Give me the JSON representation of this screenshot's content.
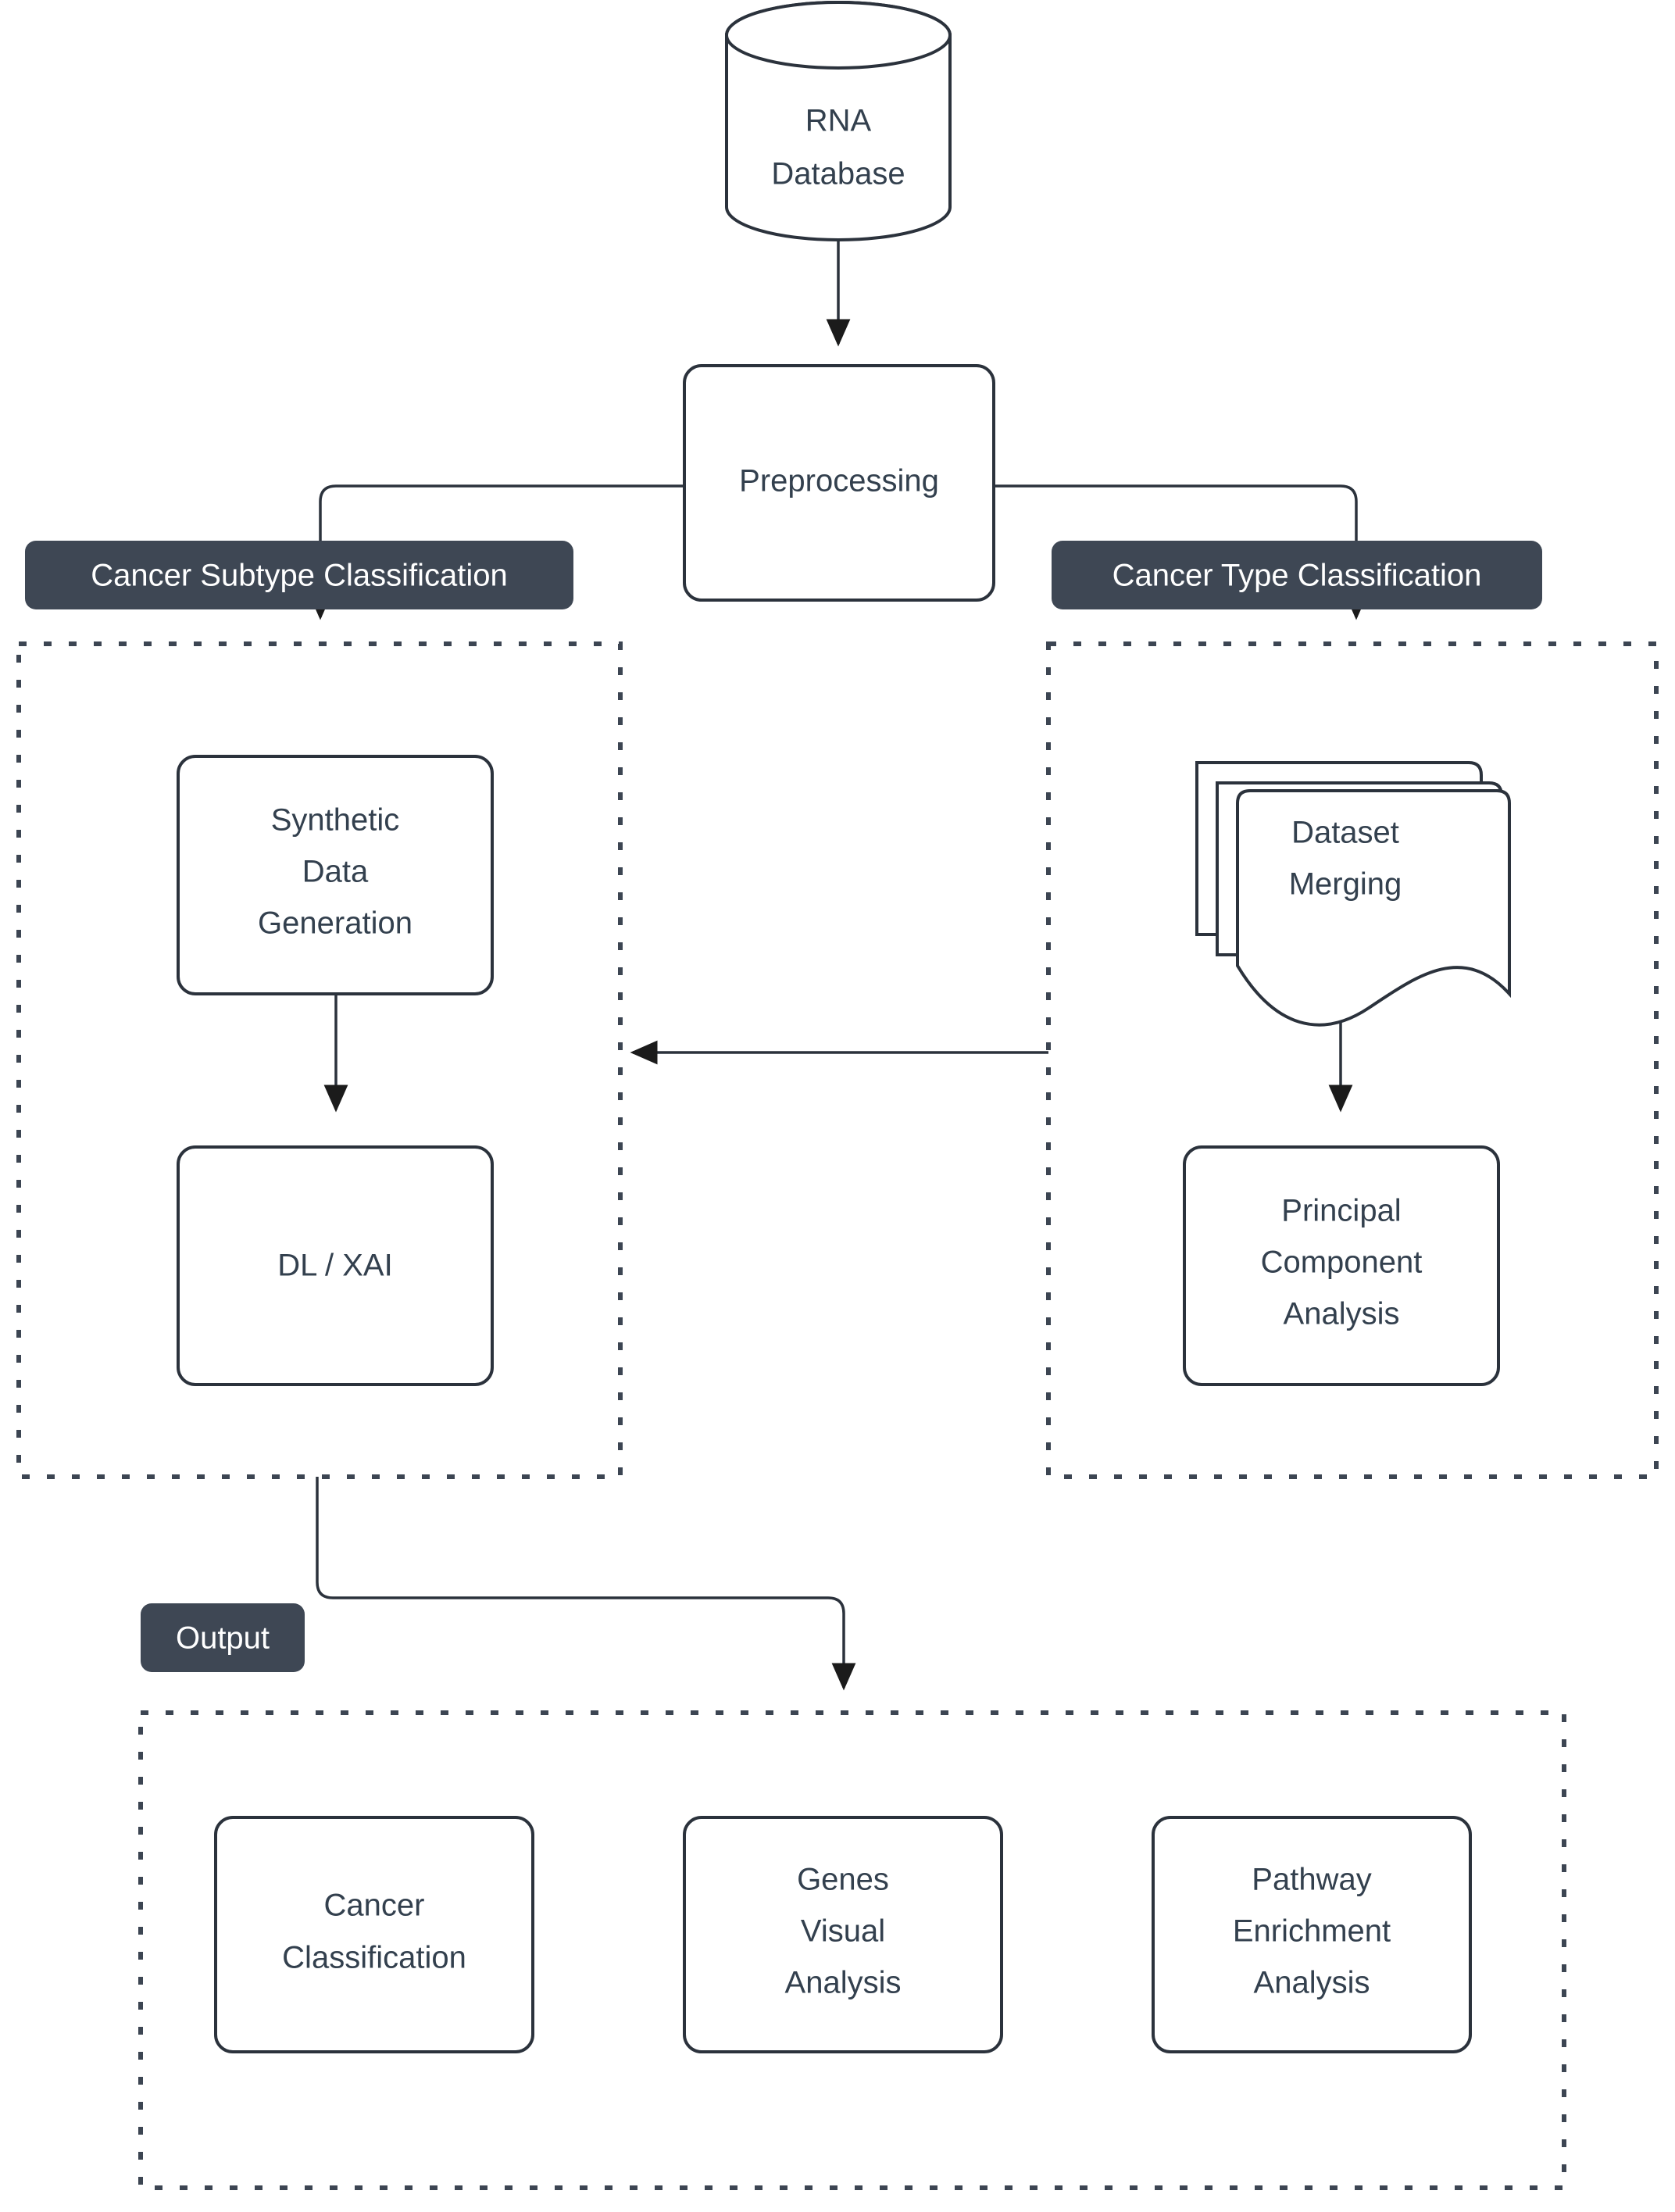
{
  "diagram": {
    "type": "flowchart",
    "title": "Cancer classification pipeline flowchart",
    "colors": {
      "node_stroke": "#2b323c",
      "node_fill": "#ffffff",
      "node_text": "#33404e",
      "cluster_stroke": "#3c4552",
      "cluster_tag_bg": "#3e4754",
      "cluster_tag_text": "#ffffff",
      "edge_stroke": "#2b323c",
      "background": "#ffffff"
    },
    "nodes": {
      "rna_database": {
        "label_line1": "RNA",
        "label_line2": "Database",
        "shape": "cylinder"
      },
      "preprocessing": {
        "label_line1": "Preprocessing",
        "shape": "rounded-rect"
      },
      "synthetic_data_generation": {
        "label_line1": "Synthetic",
        "label_line2": "Data",
        "label_line3": "Generation",
        "shape": "rounded-rect"
      },
      "dl_xai": {
        "label_line1": "DL / XAI",
        "shape": "rounded-rect"
      },
      "dataset_merging": {
        "label_line1": "Dataset",
        "label_line2": "Merging",
        "shape": "multi-document"
      },
      "principal_component_analysis": {
        "label_line1": "Principal",
        "label_line2": "Component",
        "label_line3": "Analysis",
        "shape": "rounded-rect"
      },
      "cancer_classification": {
        "label_line1": "Cancer",
        "label_line2": "Classification",
        "shape": "rounded-rect"
      },
      "genes_visual_analysis": {
        "label_line1": "Genes",
        "label_line2": "Visual",
        "label_line3": "Analysis",
        "shape": "rounded-rect"
      },
      "pathway_enrichment_analysis": {
        "label_line1": "Pathway",
        "label_line2": "Enrichment",
        "label_line3": "Analysis",
        "shape": "rounded-rect"
      }
    },
    "clusters": {
      "cancer_subtype": {
        "tag": "Cancer Subtype Classification"
      },
      "cancer_type": {
        "tag": "Cancer Type Classification"
      },
      "output": {
        "tag": "Output"
      }
    },
    "edges": [
      {
        "from": "rna_database",
        "to": "preprocessing"
      },
      {
        "from": "preprocessing",
        "to": "cancer_subtype"
      },
      {
        "from": "preprocessing",
        "to": "cancer_type"
      },
      {
        "from": "synthetic_data_generation",
        "to": "dl_xai"
      },
      {
        "from": "dataset_merging",
        "to": "principal_component_analysis"
      },
      {
        "from": "cancer_type",
        "to": "cancer_subtype"
      },
      {
        "from": "dl_xai",
        "to": "output"
      }
    ]
  }
}
